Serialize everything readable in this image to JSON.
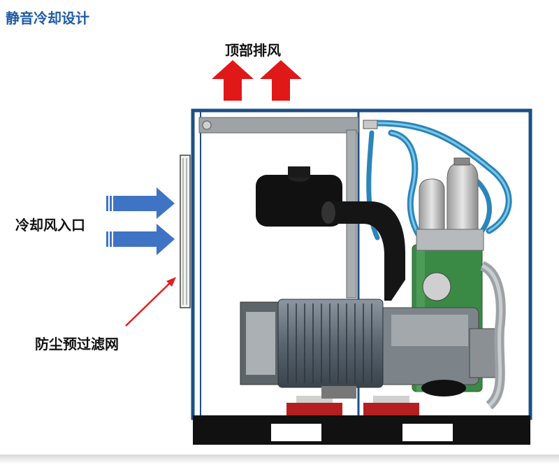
{
  "title": "静音冷却设计",
  "labels": {
    "top_exhaust": "顶部排风",
    "cooling_air_in": "冷却风入口",
    "dust_filter": "防尘预过滤网"
  },
  "colors": {
    "title": "#1f5aa8",
    "exhaust_arrow": "#e01818",
    "intake_arrow": "#3f73c4",
    "cabinet_frame": "#1c4f86",
    "pointer_line": "#e02020"
  },
  "icons": [
    "up-arrow-icon",
    "right-arrow-icon"
  ]
}
